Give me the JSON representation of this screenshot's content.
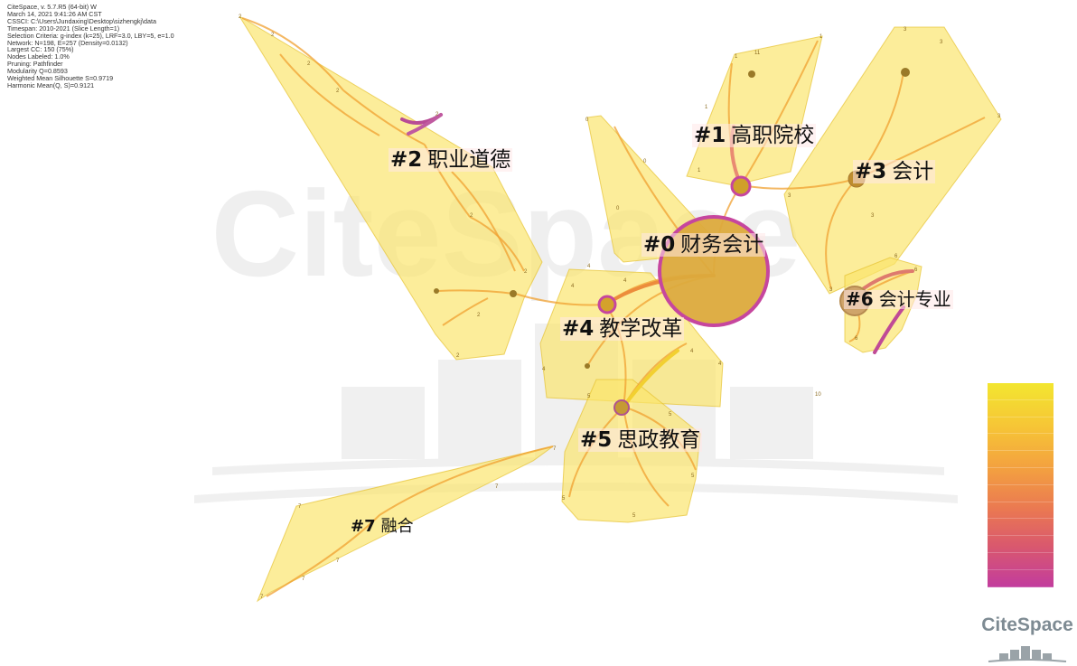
{
  "info": {
    "lines": [
      "CiteSpace, v. 5.7.R5 (64-bit) W",
      "March 14, 2021 9:41:26 AM CST",
      "CSSCI: C:\\Users\\Jundaxing\\Desktop\\sizhengkj\\data",
      "Timespan: 2010-2021 (Slice Length=1)",
      "Selection Criteria: g-index (k=25), LRF=3.0, LBY=5, e=1.0",
      "Network: N=198, E=257 (Density=0.0132)",
      "Largest CC: 150 (75%)",
      "Nodes Labeled: 1.0%",
      "Pruning: Pathfinder",
      "Modularity Q=0.8593",
      "Weighted Mean Silhouette S=0.9719",
      "Harmonic Mean(Q, S)=0.9121"
    ]
  },
  "watermark": {
    "text": "CiteSpace"
  },
  "clusters": [
    {
      "id": "#0",
      "name": "财务会计"
    },
    {
      "id": "#1",
      "name": "高职院校"
    },
    {
      "id": "#2",
      "name": "职业道德"
    },
    {
      "id": "#3",
      "name": "会计"
    },
    {
      "id": "#4",
      "name": "教学改革"
    },
    {
      "id": "#5",
      "name": "思政教育"
    },
    {
      "id": "#6",
      "name": "会计专业"
    },
    {
      "id": "#7",
      "name": "融合"
    }
  ],
  "node_numbers": [
    "0",
    "1",
    "2",
    "3",
    "4",
    "5",
    "6",
    "7",
    "10",
    "11"
  ],
  "legend": {
    "colors_top_to_bottom": [
      "#f3e630",
      "#f6c436",
      "#f3a040",
      "#ea7852",
      "#d9586e",
      "#c23c9e"
    ]
  },
  "logo": {
    "text": "CiteSpace"
  },
  "colors": {
    "hull_fill": "#fbe46a",
    "hull_stroke": "#e8c73a",
    "edge": "#f0a030",
    "node_ring": "#c0469a"
  }
}
